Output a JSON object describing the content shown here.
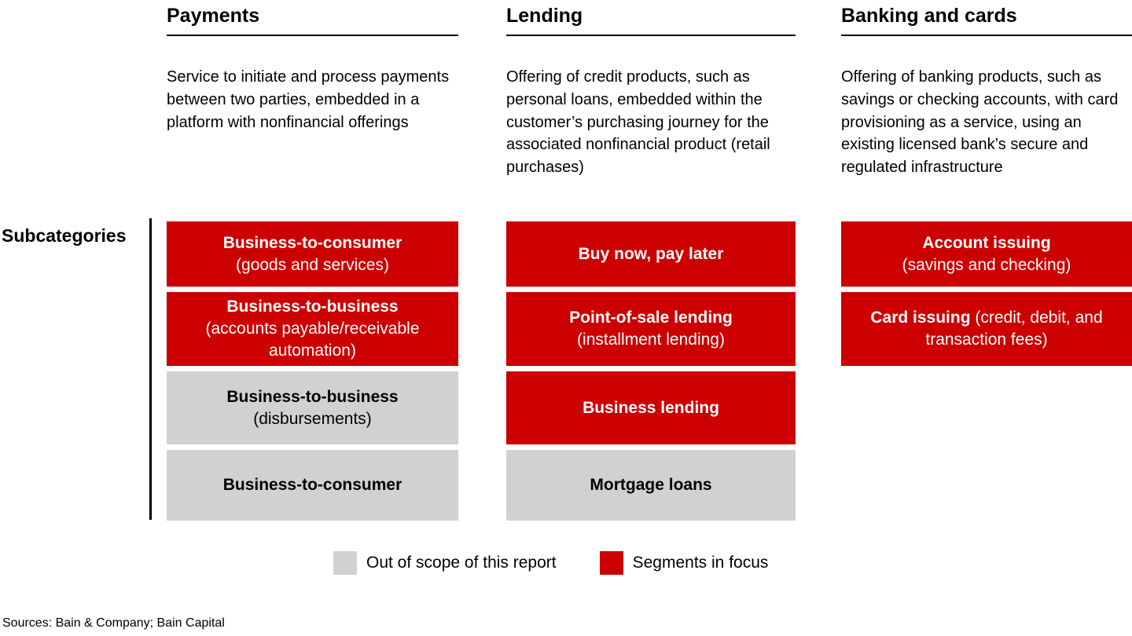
{
  "colors": {
    "focus": "#cc0000",
    "out_of_scope": "#d1d1d1",
    "line": "#000000"
  },
  "subcategories_label": "Subcategories",
  "columns": [
    {
      "title": "Payments",
      "description": "Service to initiate and process payments between two parties, embedded in a platform with nonfinancial offerings",
      "boxes": [
        {
          "title": "Business-to-consumer",
          "subtitle": "(goods and services)",
          "scope": "focus"
        },
        {
          "title": "Business-to-business",
          "subtitle": "(accounts payable/receivable automation)",
          "scope": "focus"
        },
        {
          "title": "Business-to-business",
          "subtitle": "(disbursements)",
          "scope": "out_of_scope"
        },
        {
          "title": "Business-to-consumer",
          "subtitle": "",
          "scope": "out_of_scope"
        }
      ]
    },
    {
      "title": "Lending",
      "description": "Offering of credit products, such as personal loans, embedded within the customer’s purchasing journey for the associated nonfinancial product (retail purchases)",
      "boxes": [
        {
          "title": "Buy now, pay later",
          "subtitle": "",
          "scope": "focus"
        },
        {
          "title": "Point-of-sale lending",
          "subtitle": "(installment lending)",
          "scope": "focus"
        },
        {
          "title": "Business lending",
          "subtitle": "",
          "scope": "focus"
        },
        {
          "title": "Mortgage loans",
          "subtitle": "",
          "scope": "out_of_scope"
        }
      ]
    },
    {
      "title": "Banking and cards",
      "description": "Offering of banking products, such as savings or checking accounts, with card provisioning as a service, using an existing licensed bank’s secure and regulated infrastructure",
      "boxes": [
        {
          "title": "Account issuing",
          "subtitle": "(savings and checking)",
          "scope": "focus"
        },
        {
          "title": "Card issuing",
          "subtitle": " (credit, debit, and transaction fees)",
          "scope": "focus"
        }
      ]
    }
  ],
  "legend": [
    {
      "label": "Out of scope of this report",
      "scope": "out_of_scope"
    },
    {
      "label": "Segments in focus",
      "scope": "focus"
    }
  ],
  "sources": "Sources: Bain & Company; Bain Capital"
}
